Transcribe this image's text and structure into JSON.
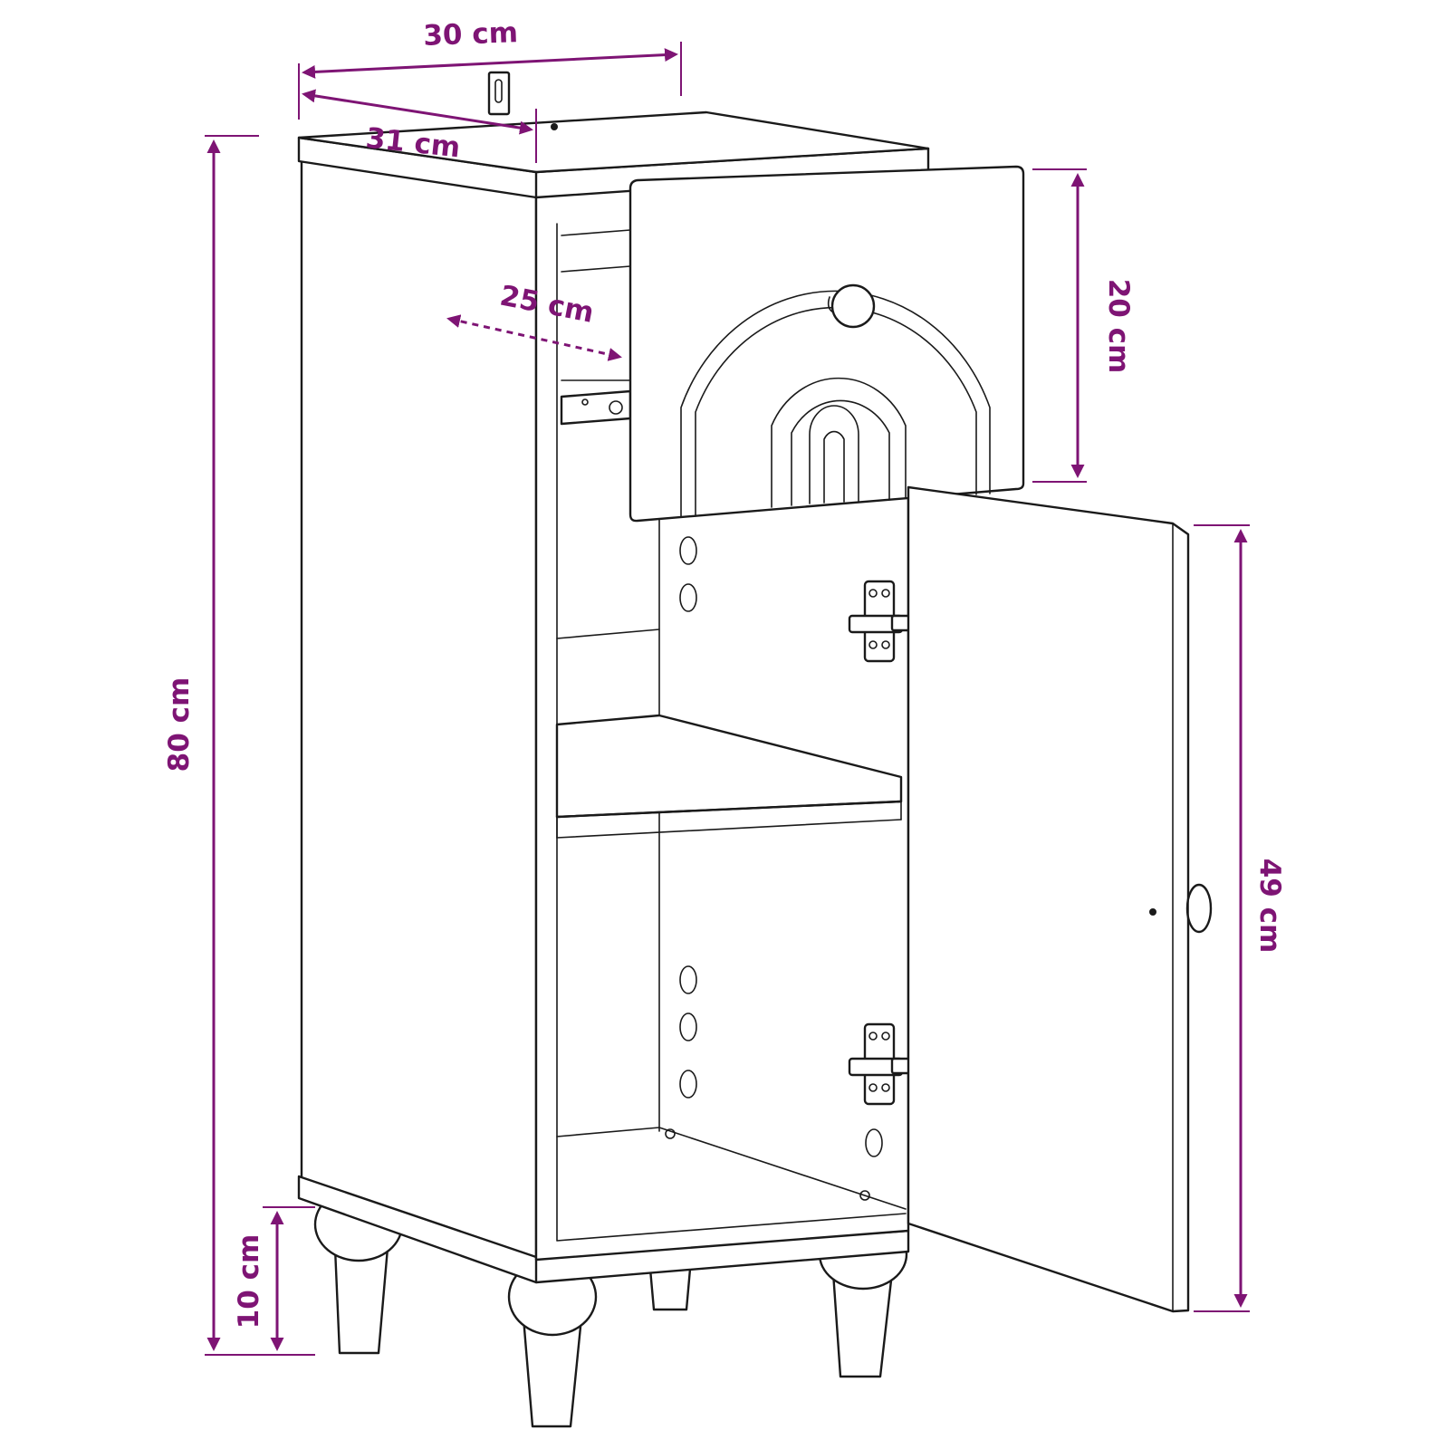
{
  "colors": {
    "accent": "#7e1474",
    "outline": "#1a1a1a",
    "background": "#ffffff"
  },
  "dimensions": {
    "width": "30 cm",
    "depth": "31 cm",
    "drawer_depth": "25 cm",
    "drawer_height": "20 cm",
    "total_height": "80 cm",
    "door_height": "49 cm",
    "leg_height": "10 cm"
  }
}
